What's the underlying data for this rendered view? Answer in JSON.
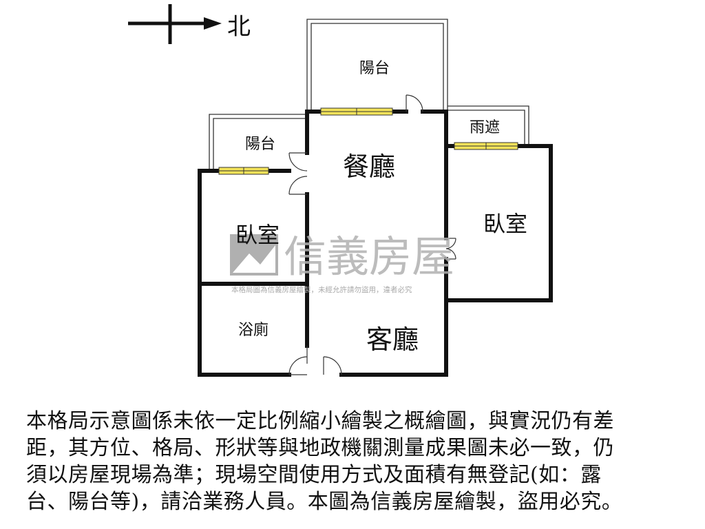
{
  "compass": {
    "label": "北"
  },
  "rooms": {
    "balcony_top": "陽台",
    "balcony_left": "陽台",
    "canopy": "雨遮",
    "dining": "餐廳",
    "bedroom_left": "臥室",
    "bedroom_right": "臥室",
    "bathroom": "浴廁",
    "living": "客廳"
  },
  "watermark": {
    "brand": "信義房屋",
    "small_text": "本格局圖為信義房屋繪製，未經允許請勿盜用，違者必究"
  },
  "disclaimer": {
    "lines": [
      "本格局示意圖係未依一定比例縮小繪製之概繪圖，與實況仍有差",
      "距，其方位、格局、形狀等與地政機關測量成果圖未必一致，仍",
      "須以房屋現場為準；現場空間使用方式及面積有無登記(如：露",
      "台、陽台等)，請洽業務人員。本圖為信義房屋繪製，盜用必究。"
    ]
  },
  "colors": {
    "wall": "#111111",
    "window_fill": "#f3e35a",
    "watermark": "#b0b0b0"
  }
}
